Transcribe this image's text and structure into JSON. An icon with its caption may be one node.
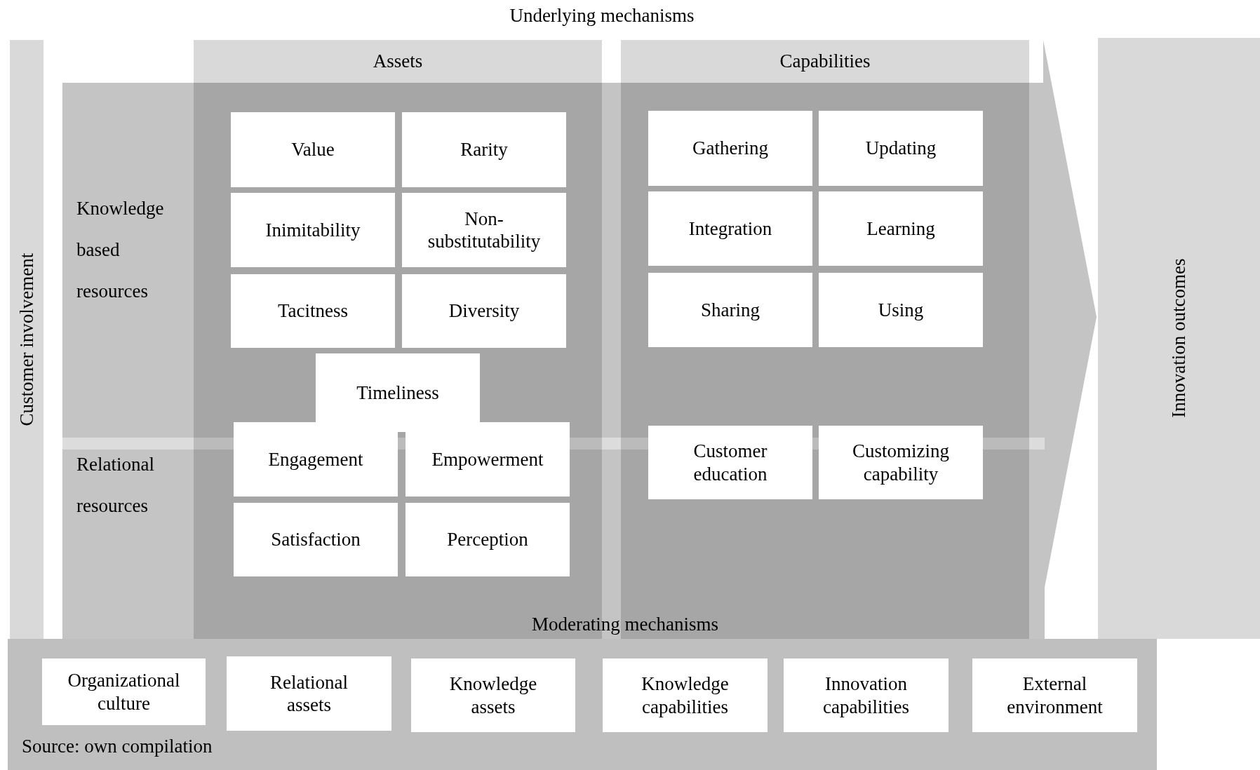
{
  "diagram": {
    "title": "Underlying mechanisms",
    "caption": "Source: own compilation",
    "nodes": [
      {
        "text": [
          "Customer involvement"
        ]
      },
      {
        "text": [
          "Knowledge based resources"
        ]
      },
      {
        "text": [
          "Relational resources"
        ]
      },
      {
        "text": [
          "Assets"
        ]
      },
      {
        "text": [
          "Capabilities"
        ]
      },
      {
        "text": [
          "Value"
        ]
      },
      {
        "text": [
          "Rarity"
        ]
      },
      {
        "text": [
          "Inimitability"
        ]
      },
      {
        "text": [
          "Non-substitutability"
        ]
      },
      {
        "text": [
          "Tacitness"
        ]
      },
      {
        "text": [
          "Diversity"
        ]
      },
      {
        "text": [
          "Timeliness"
        ]
      },
      {
        "text": [
          "Engagement"
        ],
        "in": 3
      },
      {
        "text": [
          "Empowerment"
        ],
        "in": 3
      },
      {
        "text": [
          "Satisfaction"
        ]
      },
      {
        "text": [
          "Perception"
        ]
      },
      {
        "text": [
          "Gathering"
        ]
      },
      {
        "text": [
          "Updating"
        ]
      },
      {
        "text": [
          "Integration"
        ]
      },
      {
        "text": [
          "Learning"
        ]
      },
      {
        "text": [
          "Sharing"
        ]
      },
      {
        "text": [
          "Using"
        ]
      },
      {
        "text": [
          "Customer education"
        ],
        "in": 4
      },
      {
        "text": [
          "Customizing capability"
        ],
        "in": 4
      },
      {
        "text": [
          "Innovation outcomes"
        ]
      },
      {
        "text": [],
        "shape": "bar"
      },
      {
        "text": [
          "Organizational culture"
        ],
        "in": 25
      },
      {
        "text": [
          "Relational assets"
        ],
        "in": 25
      },
      {
        "text": [
          "Knowledge assets"
        ],
        "in": 25
      },
      {
        "text": [
          "Knowledge capabilities"
        ],
        "in": 25
      },
      {
        "text": [
          "Innovation capabilities"
        ],
        "in": 25
      },
      {
        "text": [
          "External environment"
        ],
        "in": 25
      }
    ],
    "labels": [
      "Moderating mechanisms"
    ]
  }
}
